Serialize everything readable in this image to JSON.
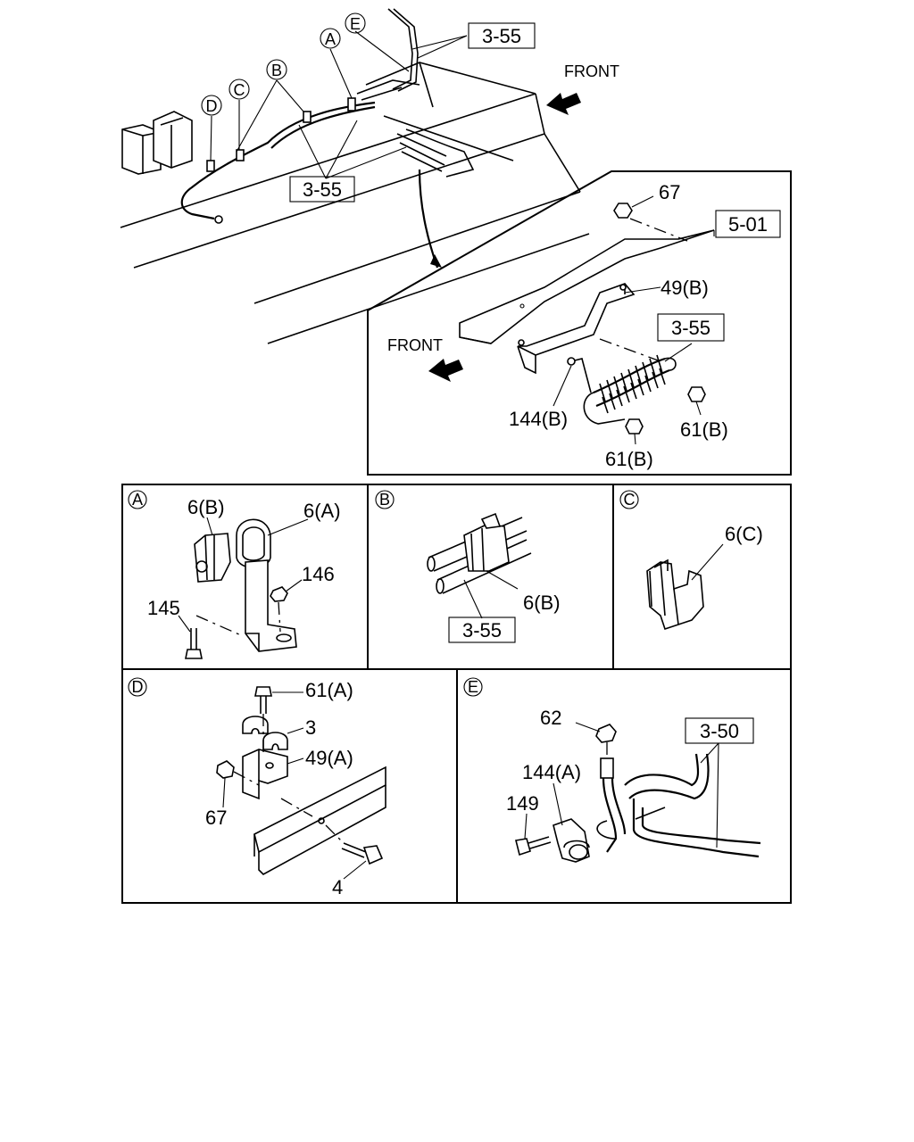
{
  "overview": {
    "callouts": [
      "A",
      "B",
      "C",
      "D",
      "E"
    ],
    "refs": {
      "top": "3-55",
      "mid": "3-55"
    },
    "front": "FRONT"
  },
  "inset": {
    "front": "FRONT",
    "ref_frame": "5-01",
    "ref_cooler": "3-55",
    "parts": {
      "p67": "67",
      "p49b": "49(B)",
      "p144b": "144(B)",
      "p61b_right": "61(B)",
      "p61b_bottom": "61(B)"
    }
  },
  "detail_a": {
    "letter": "A",
    "parts": {
      "p6b": "6(B)",
      "p6a": "6(A)",
      "p146": "146",
      "p145": "145"
    }
  },
  "detail_b": {
    "letter": "B",
    "parts": {
      "p6b": "6(B)"
    },
    "ref": "3-55"
  },
  "detail_c": {
    "letter": "C",
    "parts": {
      "p6c": "6(C)"
    }
  },
  "detail_d": {
    "letter": "D",
    "parts": {
      "p61a": "61(A)",
      "p3": "3",
      "p49a": "49(A)",
      "p67": "67",
      "p4": "4"
    }
  },
  "detail_e": {
    "letter": "E",
    "parts": {
      "p62": "62",
      "p144a": "144(A)",
      "p149": "149"
    },
    "ref": "3-50"
  }
}
